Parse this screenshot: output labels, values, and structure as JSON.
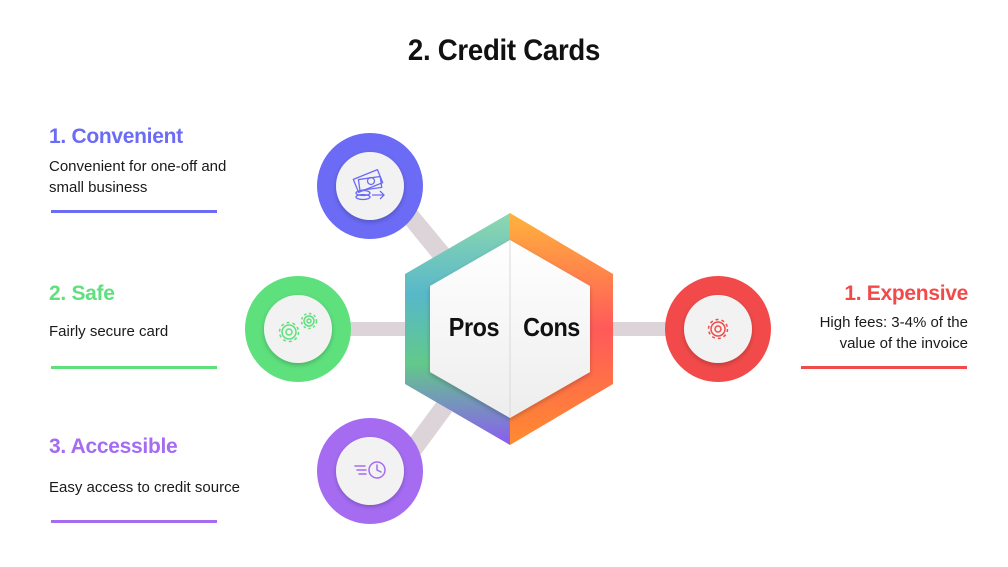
{
  "title": "2. Credit Cards",
  "center": {
    "pros_label": "Pros",
    "cons_label": "Cons"
  },
  "pros": [
    {
      "title": "1. Convenient",
      "description": "Convenient for one-off and small business",
      "color": "#6b6bf5",
      "icon": "money-stack-icon"
    },
    {
      "title": "2. Safe",
      "description": "Fairly secure card",
      "color": "#5ee07d",
      "icon": "gears-icon"
    },
    {
      "title": "3. Accessible",
      "description": "Easy access to credit source",
      "color": "#a56cf2",
      "icon": "fast-clock-icon"
    }
  ],
  "cons": [
    {
      "title": "1. Expensive",
      "description": "High fees: 3-4% of the value of the invoice",
      "color": "#f24a4a",
      "icon": "gear-icon"
    }
  ],
  "colors": {
    "connector": "#dcd4d8",
    "hexagon_gradient_start": "#5ee07d",
    "hexagon_gradient_end": "#ff8a3d"
  }
}
